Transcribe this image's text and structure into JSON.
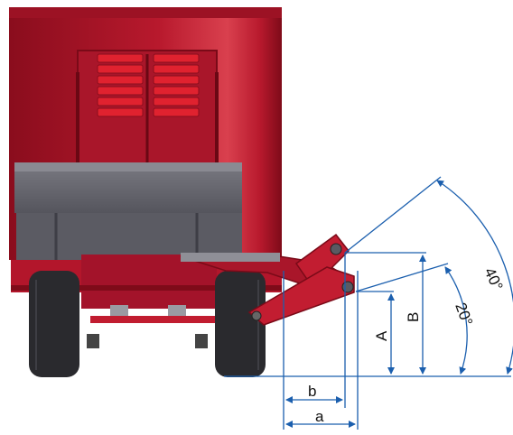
{
  "colors": {
    "body_red": "#b3162b",
    "body_red_dark": "#8e0f1f",
    "body_red_light": "#d23a48",
    "gray_frame": "#6e6e76",
    "gray_frame_dark": "#4e4e56",
    "tire": "#2a2a2e",
    "dimension_blue": "#1b5fae",
    "text": "#111111"
  },
  "labels": {
    "angle_40": "40°",
    "angle_20": "20°",
    "dim_A": "A",
    "dim_B": "B",
    "dim_a": "a",
    "dim_b": "b"
  }
}
